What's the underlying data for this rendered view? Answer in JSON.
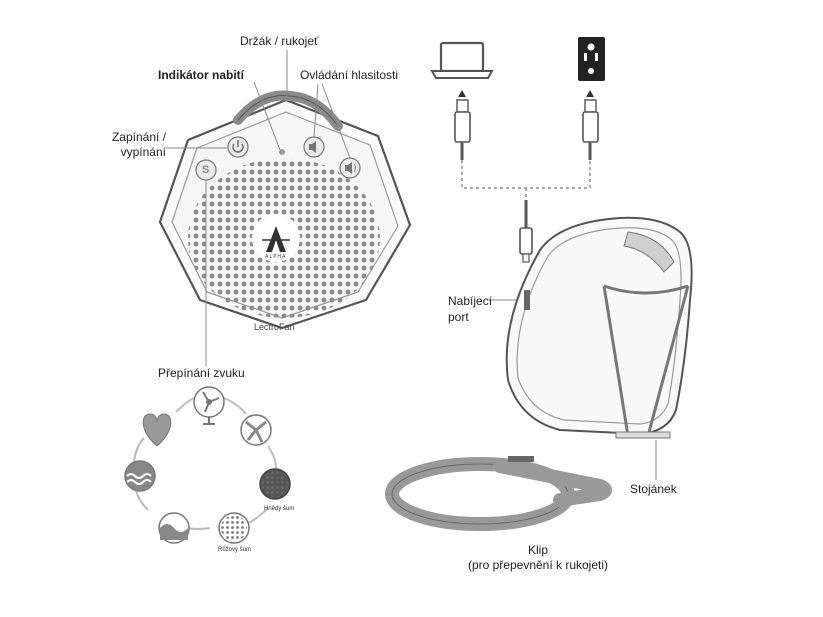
{
  "labels": {
    "handle": "Držák / rukojeť",
    "charge_indicator": "Indikátor nabití",
    "volume_control": "Ovládání hlasitosti",
    "power_line1": "Zapínání /",
    "power_line2": "vypínání",
    "sound_switch": "Přepínání zvuku",
    "charging_port_line1": "Nabíjecí",
    "charging_port_line2": "port",
    "stand": "Stojánek",
    "clip_line1": "Klip",
    "clip_line2": "(pro přepevnění k rukojeti)"
  },
  "device": {
    "brand": "LectroFan",
    "logo_text": "ALPHA",
    "sound_button_letter": "S"
  },
  "sound_cycle": {
    "brown_noise": "Hnědý šum",
    "pink_noise": "Růžový šum"
  },
  "icons": [
    "laptop-icon",
    "wall-outlet-icon",
    "usb-plug-icon",
    "power-icon",
    "volume-icon",
    "heart-icon",
    "fan-icon",
    "waves-icon"
  ],
  "colors": {
    "line": "#555555",
    "fill": "#f4f4f4",
    "dark": "#8a8a8a"
  }
}
